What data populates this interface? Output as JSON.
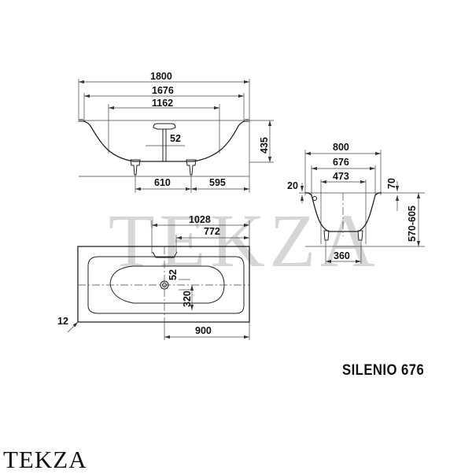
{
  "product": {
    "model_label": "SILENIO 676",
    "brand_label": "TEKZA",
    "watermark": "TEKZA"
  },
  "views": {
    "side_view": {
      "dimensions": {
        "overall_length": "1800",
        "inner_length": "1676",
        "bottom_length": "1162",
        "drain_offset": "52",
        "height": "435",
        "leg_spacing": "610",
        "leg_to_end": "595"
      }
    },
    "end_view": {
      "dimensions": {
        "overall_width": "800",
        "inner_width": "676",
        "bottom_width": "473",
        "rim_thickness": "20",
        "rim_drop": "70",
        "install_height": "570-605",
        "leg_spacing": "360"
      }
    },
    "top_view": {
      "dimensions": {
        "overflow_from_end": "1028",
        "overflow_inner": "772",
        "drain_offset": "52",
        "half_width_offset": "320",
        "drain_to_end": "900",
        "corner_callout": "12"
      }
    }
  }
}
